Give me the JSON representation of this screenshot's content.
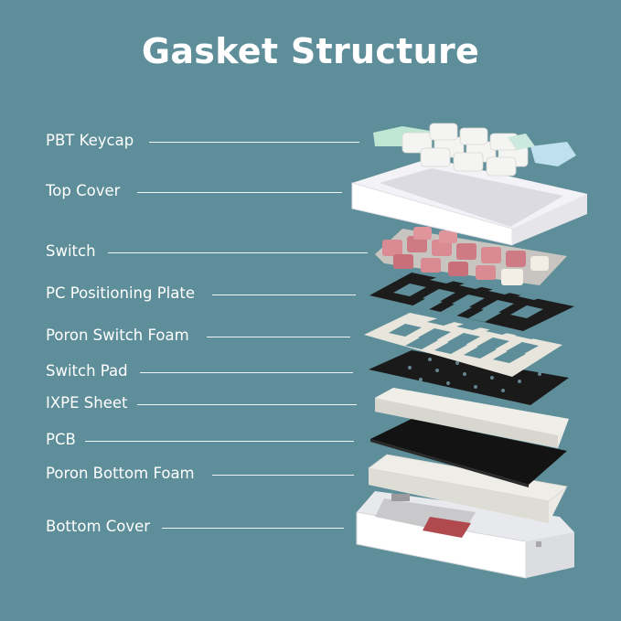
{
  "title": "Gasket Structure",
  "layers": [
    {
      "label": "PBT Keycap"
    },
    {
      "label": "Top Cover"
    },
    {
      "label": "Switch"
    },
    {
      "label": "PC Positioning Plate"
    },
    {
      "label": "Poron Switch Foam"
    },
    {
      "label": "Switch Pad"
    },
    {
      "label": "IXPE Sheet"
    },
    {
      "label": "PCB"
    },
    {
      "label": "Poron Bottom Foam"
    },
    {
      "label": "Bottom Cover"
    }
  ],
  "colors": {
    "background": "#5e8e99",
    "keycap_mint": "#bfe6d3",
    "keycap_white": "#f2f2f0",
    "keycap_blue": "#bfe0ee",
    "switch_pink": "#d9848e",
    "plate_black": "#1e1e1e",
    "foam_white": "#ecebe6",
    "pcb_black": "#111111",
    "cover_white": "#f4f4f6"
  }
}
